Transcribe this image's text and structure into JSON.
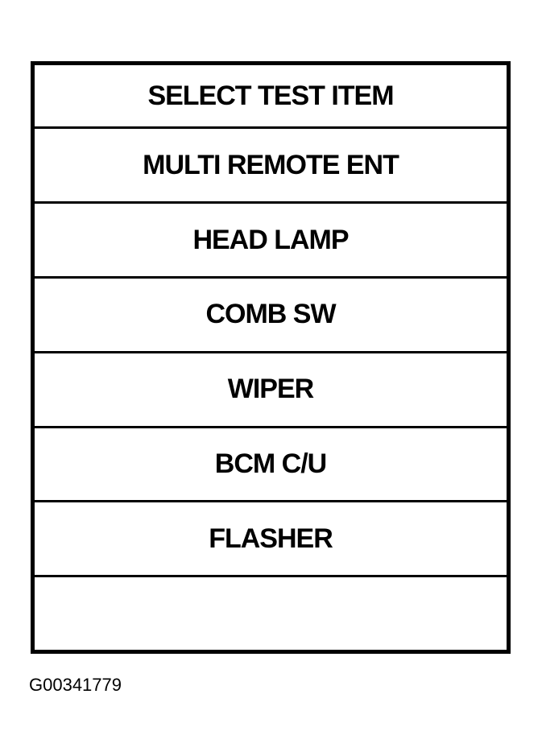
{
  "menu": {
    "title": "SELECT TEST ITEM",
    "items": [
      {
        "label": "MULTI REMOTE ENT"
      },
      {
        "label": "HEAD LAMP"
      },
      {
        "label": "COMB SW"
      },
      {
        "label": "WIPER"
      },
      {
        "label": "BCM C/U"
      },
      {
        "label": "FLASHER"
      },
      {
        "label": ""
      }
    ]
  },
  "figure_id": "G00341779"
}
